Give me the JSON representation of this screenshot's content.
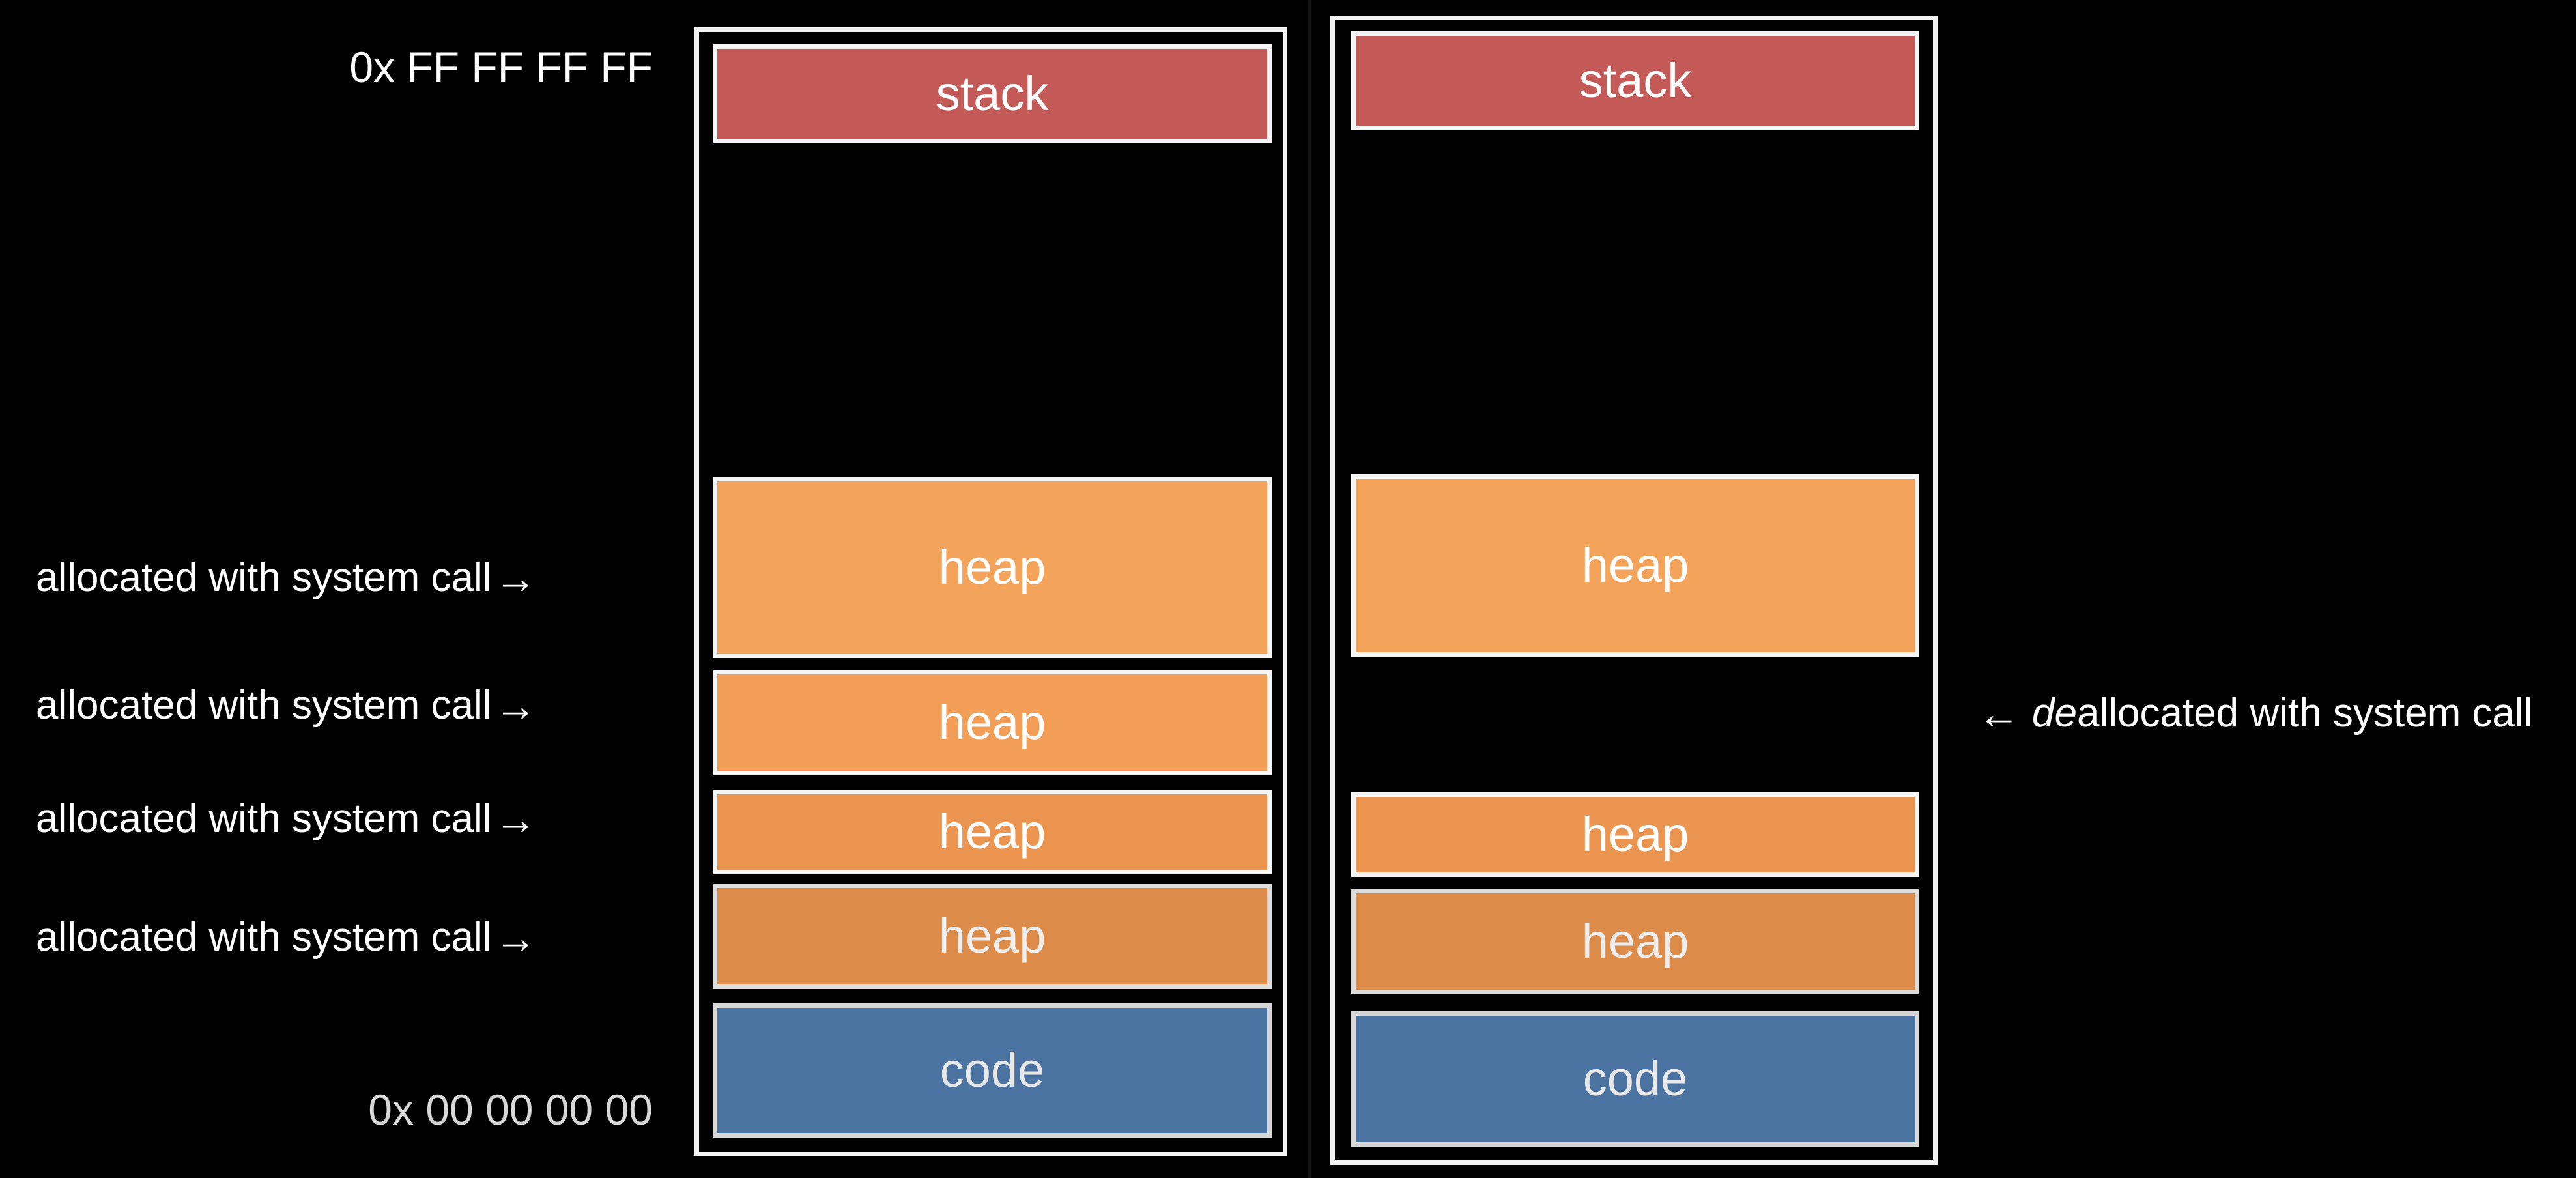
{
  "addresses": {
    "top": "0x FF FF FF FF",
    "bottom": "0x 00 00 00 00"
  },
  "left_annotations": [
    {
      "text": "allocated with system call",
      "arrow": "→"
    },
    {
      "text": "allocated with system call",
      "arrow": "→"
    },
    {
      "text": "allocated with system call",
      "arrow": "→"
    },
    {
      "text": "allocated with system call",
      "arrow": "→"
    }
  ],
  "right_annotation": {
    "arrow": "←",
    "prefix": "de",
    "text": "allocated with system call"
  },
  "left_memory": {
    "stack_label": "stack",
    "heap_labels": [
      "heap",
      "heap",
      "heap",
      "heap"
    ],
    "code_label": "code"
  },
  "right_memory": {
    "stack_label": "stack",
    "heap_labels": [
      "heap",
      "heap",
      "heap"
    ],
    "code_label": "code"
  },
  "colors": {
    "stack": "#c45a58",
    "heap": "#f4a35b",
    "heap_dark": "#dd8b49",
    "code": "#4a73a2",
    "border": "#f2f2f2",
    "background": "#000000"
  }
}
